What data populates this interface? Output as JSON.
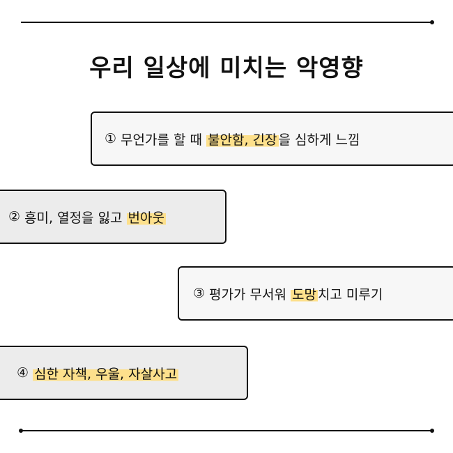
{
  "title": "우리 일상에 미치는 악영향",
  "items": [
    {
      "marker": "①",
      "before": "무언가를 할 때",
      "highlight": "불안함, 긴장",
      "after": "을 심하게 느낌"
    },
    {
      "marker": "②",
      "before": "흥미, 열정을 잃고",
      "highlight": "번아웃",
      "after": ""
    },
    {
      "marker": "③",
      "before": "평가가 무서워",
      "highlight": "도망",
      "after": "치고 미루기"
    },
    {
      "marker": "④",
      "before": "",
      "highlight": "심한 자책, 우울, 자살사고",
      "after": ""
    }
  ],
  "colors": {
    "highlight": "#fde08c",
    "border": "#111111",
    "card_light": "#f7f7f7",
    "card_gray": "#ececec"
  }
}
